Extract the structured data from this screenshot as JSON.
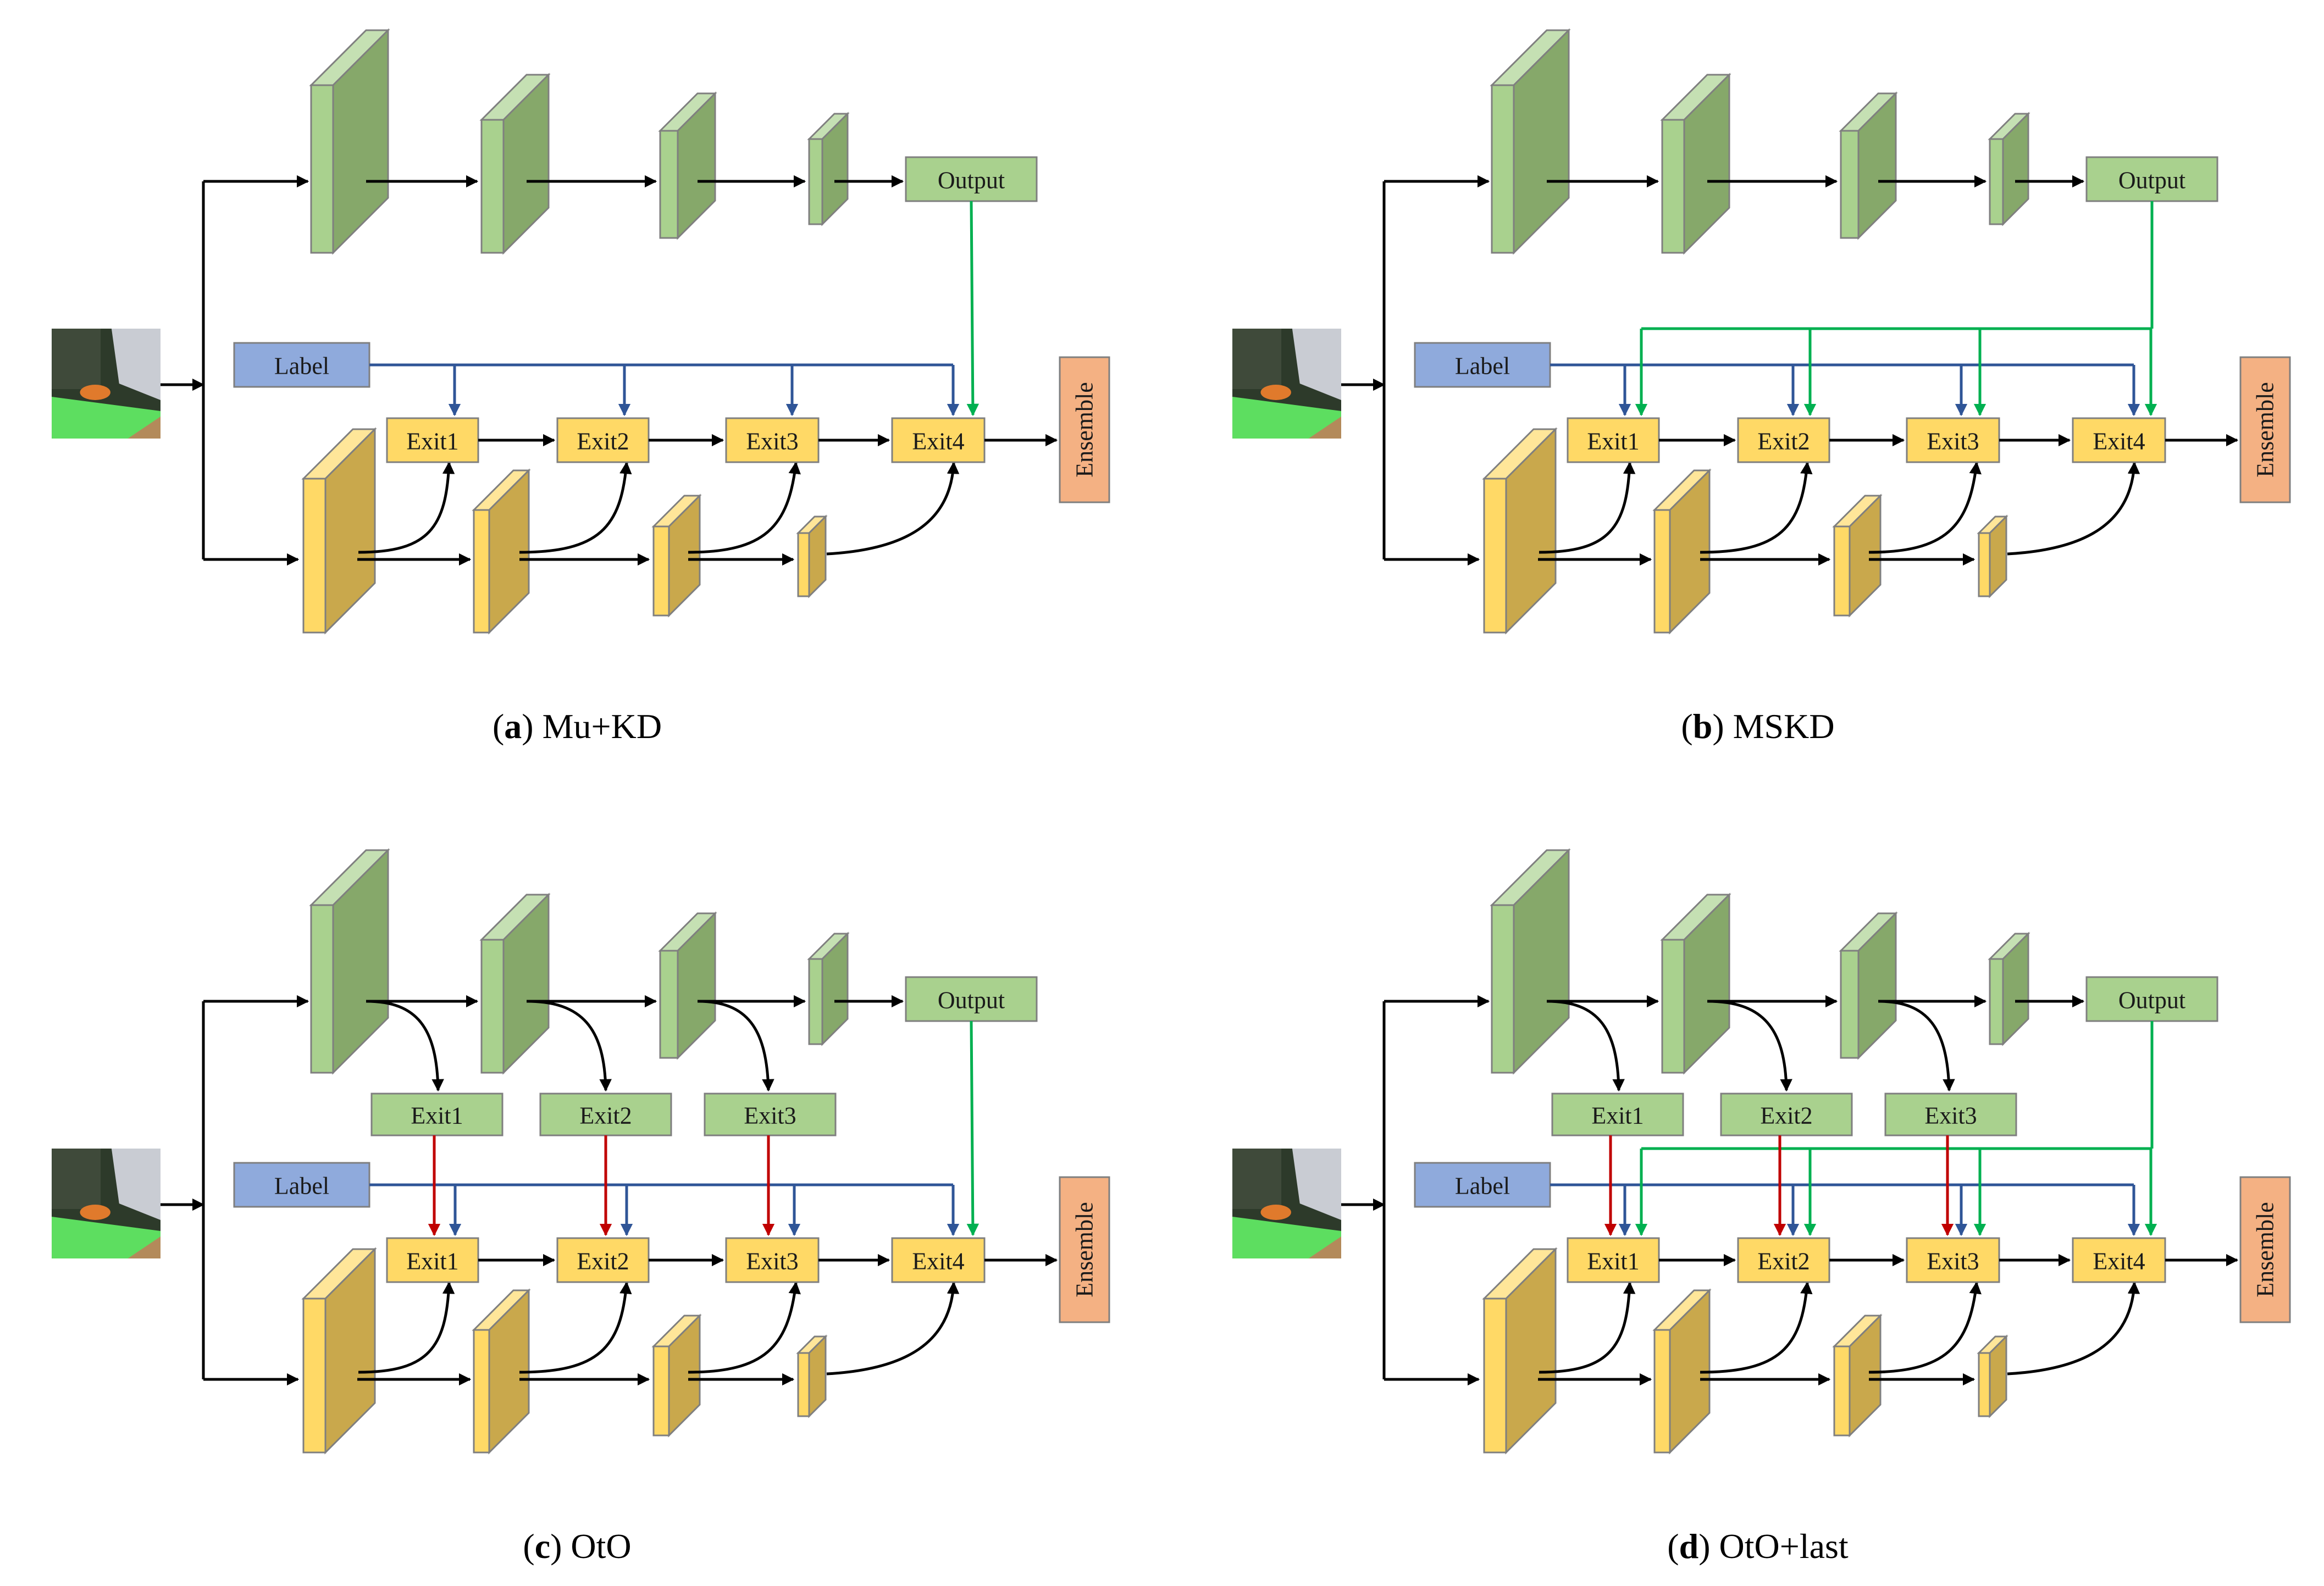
{
  "panels": [
    {
      "id": "a",
      "caption_letter": "a",
      "caption_text": "Mu+KD",
      "label_text": "Label",
      "output_text": "Output",
      "ensemble_text": "Ensemble",
      "student_exits": [
        "Exit1",
        "Exit2",
        "Exit3",
        "Exit4"
      ],
      "teacher_exits": [],
      "label_targets": [
        0,
        1,
        2,
        3
      ],
      "output_targets": [
        3
      ],
      "teacher_to_student": false
    },
    {
      "id": "b",
      "caption_letter": "b",
      "caption_text": "MSKD",
      "label_text": "Label",
      "output_text": "Output",
      "ensemble_text": "Ensemble",
      "student_exits": [
        "Exit1",
        "Exit2",
        "Exit3",
        "Exit4"
      ],
      "teacher_exits": [],
      "label_targets": [
        0,
        1,
        2,
        3
      ],
      "output_targets": [
        0,
        1,
        2,
        3
      ],
      "teacher_to_student": false
    },
    {
      "id": "c",
      "caption_letter": "c",
      "caption_text": "OtO",
      "label_text": "Label",
      "output_text": "Output",
      "ensemble_text": "Ensemble",
      "student_exits": [
        "Exit1",
        "Exit2",
        "Exit3",
        "Exit4"
      ],
      "teacher_exits": [
        "Exit1",
        "Exit2",
        "Exit3"
      ],
      "label_targets": [
        0,
        1,
        2,
        3
      ],
      "output_targets": [
        3
      ],
      "teacher_to_student": true
    },
    {
      "id": "d",
      "caption_letter": "d",
      "caption_text": "OtO+last",
      "label_text": "Label",
      "output_text": "Output",
      "ensemble_text": "Ensemble",
      "student_exits": [
        "Exit1",
        "Exit2",
        "Exit3",
        "Exit4"
      ],
      "teacher_exits": [
        "Exit1",
        "Exit2",
        "Exit3"
      ],
      "label_targets": [
        0,
        1,
        2,
        3
      ],
      "output_targets": [
        0,
        1,
        2,
        3
      ],
      "teacher_to_student": true
    }
  ],
  "colors": {
    "teacher_front": "#a9d18e",
    "teacher_side": "#86a86a",
    "teacher_top": "#c5e0b3",
    "student_front": "#ffd966",
    "student_side": "#c9a84c",
    "student_top": "#ffe699",
    "label_box": "#8faadc",
    "output_box": "#a9d18e",
    "exit_box": "#ffd966",
    "ensemble_box": "#f4b183",
    "label_arrow": "#2f5597",
    "output_arrow": "#00b050",
    "teacher_exit_arrow": "#c00000",
    "flow_arrow": "#000000"
  }
}
